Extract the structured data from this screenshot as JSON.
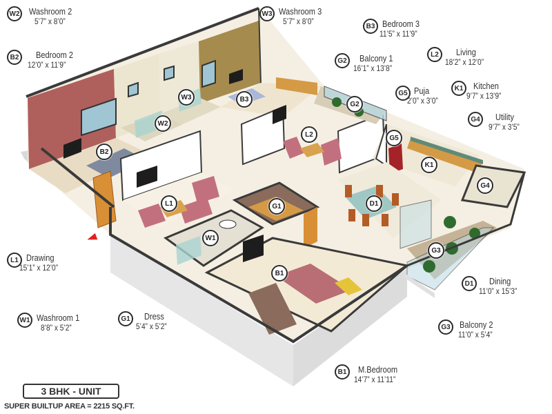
{
  "unit": {
    "type_label": "3 BHK - UNIT",
    "area_label": "SUPER BUILTUP AREA = 2215 SQ.FT."
  },
  "rooms": [
    {
      "code": "W2",
      "name": "Washroom 2",
      "dims": "5’7” x 8’0”"
    },
    {
      "code": "B2",
      "name": "Bedroom 2",
      "dims": "12’0” x 11’9”"
    },
    {
      "code": "W3",
      "name": "Washroom 3",
      "dims": "5’7” x 8’0”"
    },
    {
      "code": "B3",
      "name": "Bedroom 3",
      "dims": "11’5” x 11’9”"
    },
    {
      "code": "G2",
      "name": "Balcony 1",
      "dims": "16’1” x 13’8”"
    },
    {
      "code": "L2",
      "name": "Living",
      "dims": "18’2” x 12’0”"
    },
    {
      "code": "G5",
      "name": "Puja",
      "dims": "2’0” x 3’0”"
    },
    {
      "code": "K1",
      "name": "Kitchen",
      "dims": "9’7” x 13’9”"
    },
    {
      "code": "G4",
      "name": "Utility",
      "dims": "9’7” x 3’5”"
    },
    {
      "code": "L1",
      "name": "Drawing",
      "dims": "15’1” x 12’0”"
    },
    {
      "code": "W1",
      "name": "Washroom 1",
      "dims": "8’8” x 5’2”"
    },
    {
      "code": "G1",
      "name": "Dress",
      "dims": "5’4” x 5’2”"
    },
    {
      "code": "D1",
      "name": "Dining",
      "dims": "11’0” x 15’3”"
    },
    {
      "code": "G3",
      "name": "Balcony 2",
      "dims": "11’0” x 5’4”"
    },
    {
      "code": "B1",
      "name": "M.Bedroom",
      "dims": "14’7” x 11’11”"
    }
  ],
  "map_markers": {
    "W2": "W2",
    "B2": "B2",
    "W3": "W3",
    "B3": "B3",
    "G2": "G2",
    "L2": "L2",
    "G5": "G5",
    "K1": "K1",
    "G4": "G4",
    "L1": "L1",
    "W1": "W1",
    "G1": "G1",
    "D1": "D1",
    "G3": "G3",
    "B1": "B1"
  },
  "colors": {
    "wall_dark": "#3a3a3a",
    "floor": "#f4efe2",
    "bedroom2_wall": "#b0605c",
    "bedroom3_wall": "#a68b4f",
    "tile_wall": "#e9e2cc",
    "wood": "#d98f35",
    "sofa": "#c3707e",
    "glass": "#a9d3cf",
    "entry_arrow": "#e02020"
  }
}
